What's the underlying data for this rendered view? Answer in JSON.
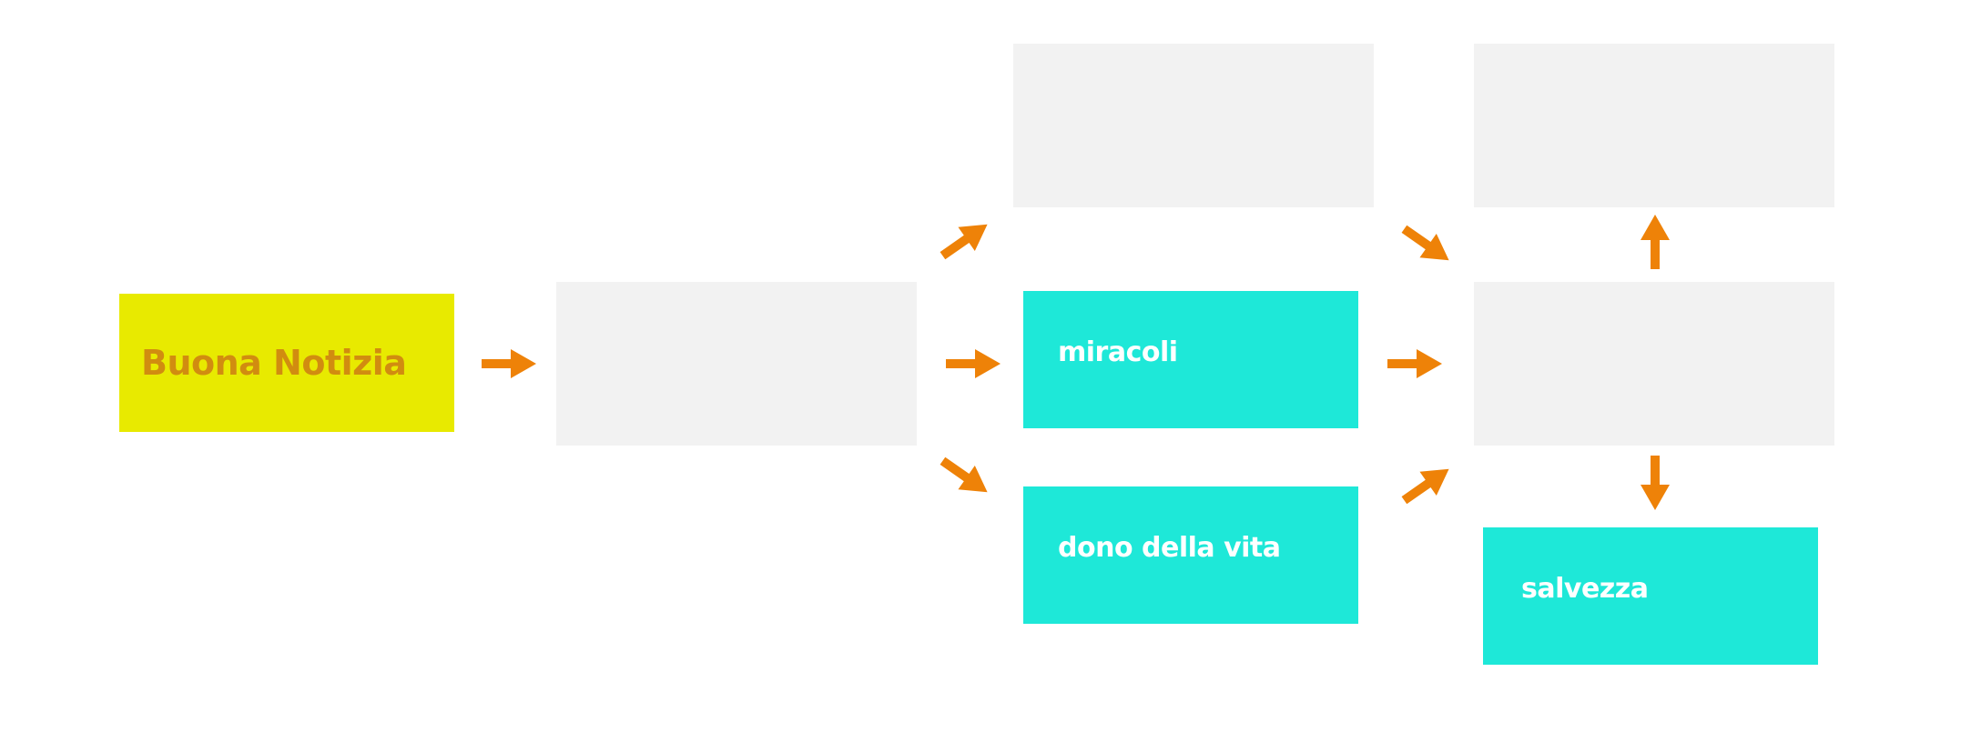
{
  "diagram": {
    "colors": {
      "arrow": "#EE8208",
      "start_fill": "#E8EA00",
      "start_text": "#D18C10",
      "placeholder_fill": "#F2F2F2",
      "accent_fill": "#1EE8D8",
      "accent_text": "#FFFFFF"
    },
    "nodes": {
      "start": {
        "label": "Buona Notizia"
      },
      "step2": {
        "label": ""
      },
      "top_mid": {
        "label": ""
      },
      "miracoli": {
        "label": "miracoli"
      },
      "dono": {
        "label": "dono della vita"
      },
      "top_right": {
        "label": ""
      },
      "mid_right": {
        "label": ""
      },
      "salvezza": {
        "label": "salvezza"
      }
    }
  }
}
